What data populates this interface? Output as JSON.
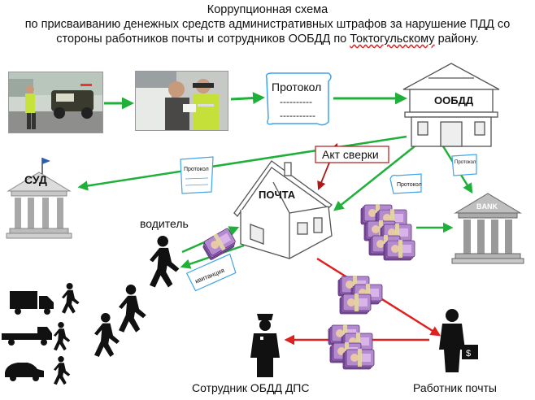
{
  "title": {
    "line1": "Коррупционная схема",
    "line2": "по присваиванию денежных средств административных штрафов за нарушение ПДД со",
    "line3_before": "стороны работников почты и сотрудников ООБДД по ",
    "line3_underlined": "Токтогульскому",
    "line3_after": " району."
  },
  "nodes": {
    "protocol_doc": {
      "title": "Протокол",
      "line1": "----------",
      "line2": "-----------"
    },
    "oobdd": "ООБДД",
    "court": "СУД",
    "post_office": "ПОЧТА",
    "bank": "BANK",
    "driver": "водитель",
    "officer": "Сотрудник  ОБДД ДПС",
    "postal_worker": "Работник почты"
  },
  "edges": {
    "reconciliation_act": "Акт сверки",
    "protocol_to_court": "Протокол",
    "protocol_to_bank": "Протокол",
    "receipt": "квитанция"
  },
  "colors": {
    "green_arrow": "#1fb03a",
    "red_arrow": "#e01f1f",
    "doc_blue": "#3fa4e8",
    "money": "#8a5aa8"
  },
  "icons": [
    "police-car-photo",
    "officer-driver-photo",
    "house-icon",
    "court-building-icon",
    "bank-building-icon",
    "money-bundle-icon",
    "walking-person-icon",
    "truck-icon",
    "car-icon",
    "police-officer-icon",
    "businessman-icon"
  ]
}
